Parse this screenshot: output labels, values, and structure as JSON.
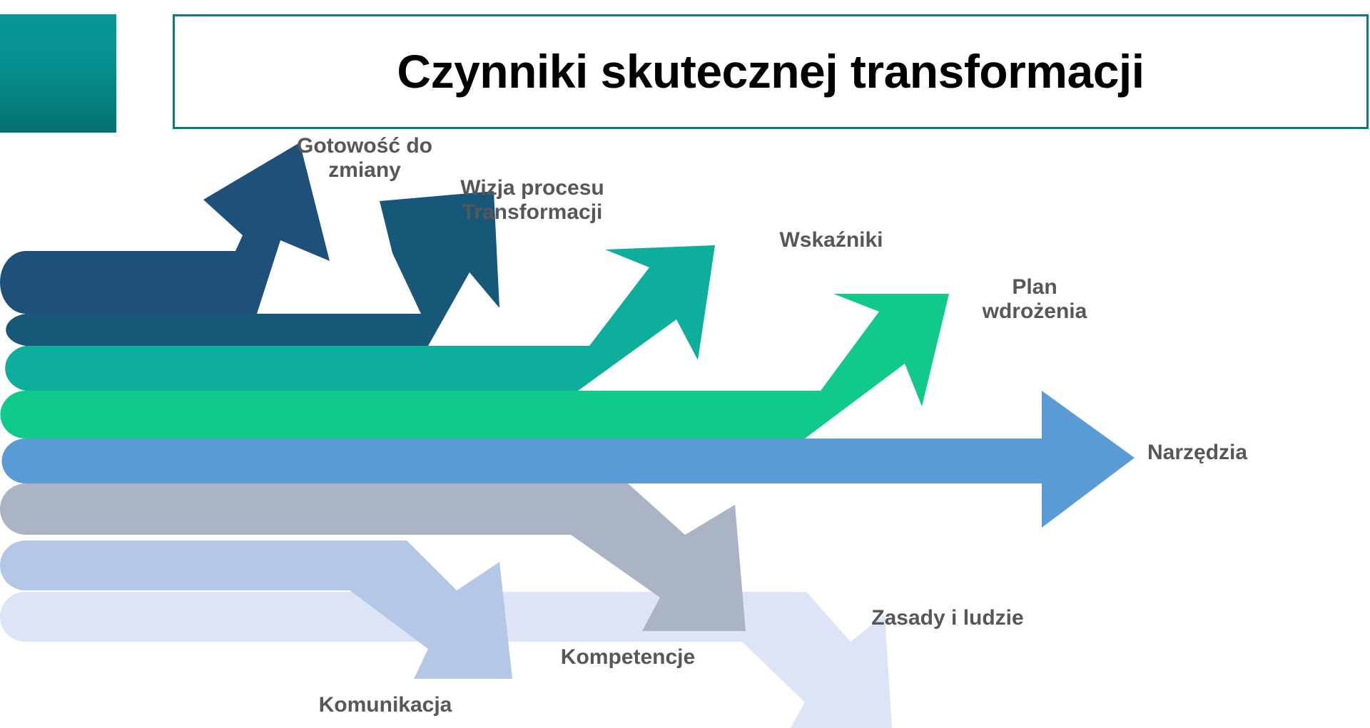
{
  "slide": {
    "title": "Czynniki skutecznej transformacji",
    "background_color": "#ffffff"
  },
  "theme": {
    "accent_teal": "#0c7a82",
    "corner_block_color": "#079191",
    "label_color": "#575757",
    "title_color": "#000000"
  },
  "diagram": {
    "type": "stacked-arrows",
    "arrows": [
      {
        "id": "readiness",
        "label": "Gotowość do\nzmiany",
        "color": "#1F5079",
        "direction": "up",
        "order": 1
      },
      {
        "id": "vision",
        "label": "Wizja procesu\nTransformacji",
        "color": "#175878",
        "direction": "up",
        "order": 2
      },
      {
        "id": "indicators",
        "label": "Wskaźniki",
        "color": "#0DAE9B",
        "direction": "up",
        "order": 3
      },
      {
        "id": "plan",
        "label": "Plan\nwdrożenia",
        "color": "#10C98A",
        "direction": "up",
        "order": 4
      },
      {
        "id": "tools",
        "label": "Narzędzia",
        "color": "#5B9BD5",
        "direction": "right",
        "order": 5
      },
      {
        "id": "principles",
        "label": "Zasady i ludzie",
        "color": "#AAB4C4",
        "direction": "down",
        "order": 6
      },
      {
        "id": "competences",
        "label": "Kompetencje",
        "color": "#B4C7E7",
        "direction": "down",
        "order": 7
      },
      {
        "id": "communication",
        "label": "Komunikacja",
        "color": "#DCE4F5",
        "direction": "down",
        "order": 8
      }
    ]
  }
}
